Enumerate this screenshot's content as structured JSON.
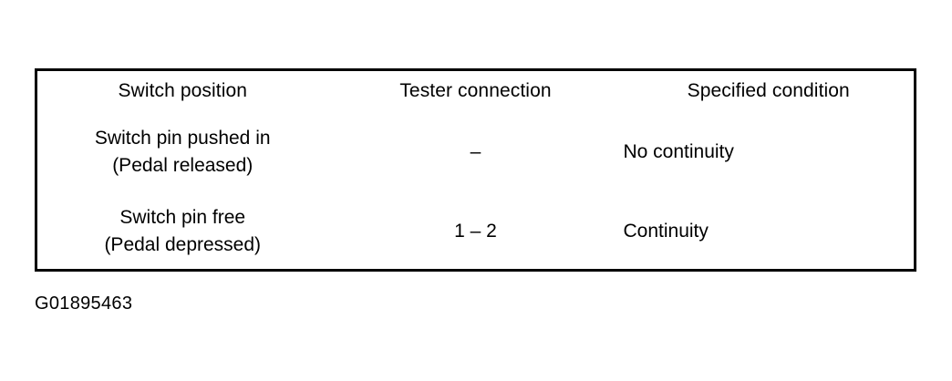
{
  "table": {
    "headers": [
      "Switch position",
      "Tester connection",
      "Specified condition"
    ],
    "rows": [
      {
        "switch_position_line1": "Switch pin pushed in",
        "switch_position_line2": "(Pedal released)",
        "tester_connection": "–",
        "specified_condition": "No continuity"
      },
      {
        "switch_position_line1": "Switch pin free",
        "switch_position_line2": "(Pedal depressed)",
        "tester_connection": "1 – 2",
        "specified_condition": "Continuity"
      }
    ]
  },
  "caption": "G01895463",
  "colors": {
    "background": "#ffffff",
    "text": "#000000",
    "border": "#000000"
  }
}
